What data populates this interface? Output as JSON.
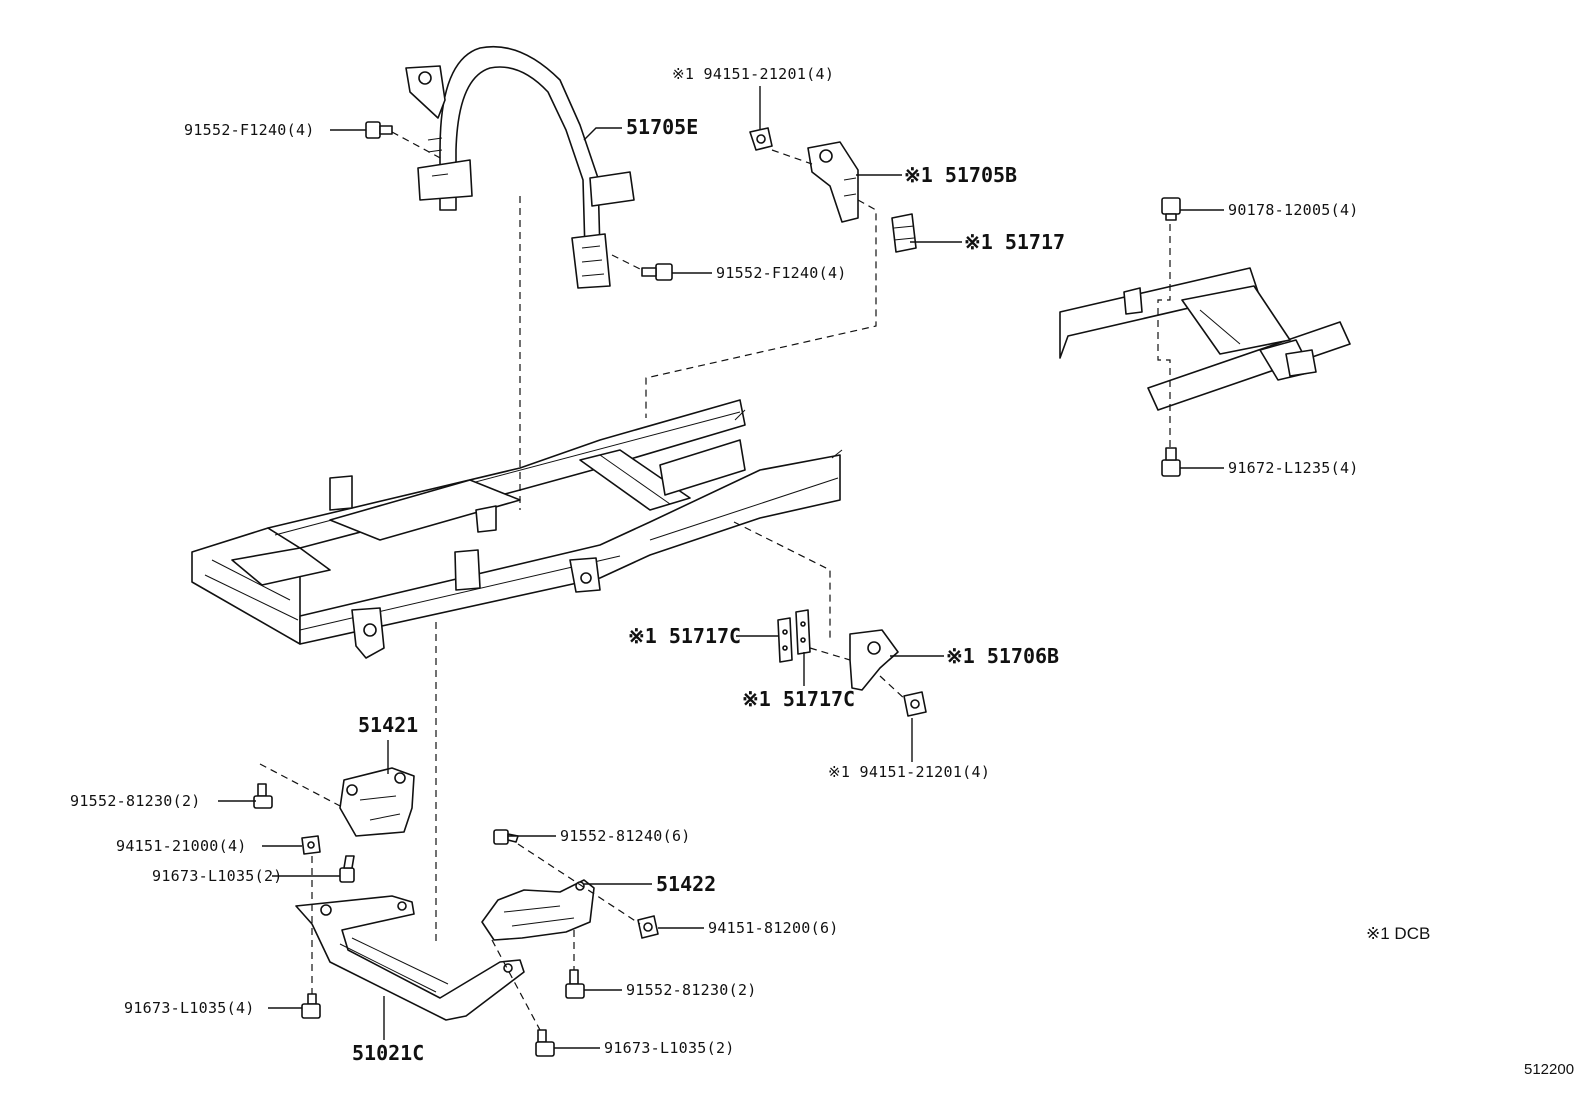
{
  "diagram": {
    "callouts": {
      "bolt_top_left": "91552-F1240(4)",
      "arch_member": "51705E",
      "bolt_arch_right": "91552-F1240(4)",
      "nut_top": "※1 94151-21201(4)",
      "bracket_upper": "※1 51705B",
      "clip_upper": "※1 51717",
      "bolt_inset_top": "90178-12005(4)",
      "bolt_inset_bottom": "91672-L1235(4)",
      "clip_lower_a": "※1 51717C",
      "clip_lower_b": "※1 51717C",
      "bracket_lower": "※1 51706B",
      "nut_lower": "※1 94151-21201(4)",
      "bracket_51421": "51421",
      "bolt_51421_a": "91552-81230(2)",
      "nut_51421": "94151-21000(4)",
      "bolt_51421_b": "91673-L1035(2)",
      "bolt_51422_top": "91552-81240(6)",
      "bracket_51422": "51422",
      "nut_51422": "94151-81200(6)",
      "bolt_51422_a": "91552-81230(2)",
      "crossmember_bolt": "91673-L1035(4)",
      "crossmember": "51021C",
      "bolt_51422_b": "91673-L1035(2)"
    },
    "footnote": "※1 DCB",
    "drawing_code": "512200"
  }
}
